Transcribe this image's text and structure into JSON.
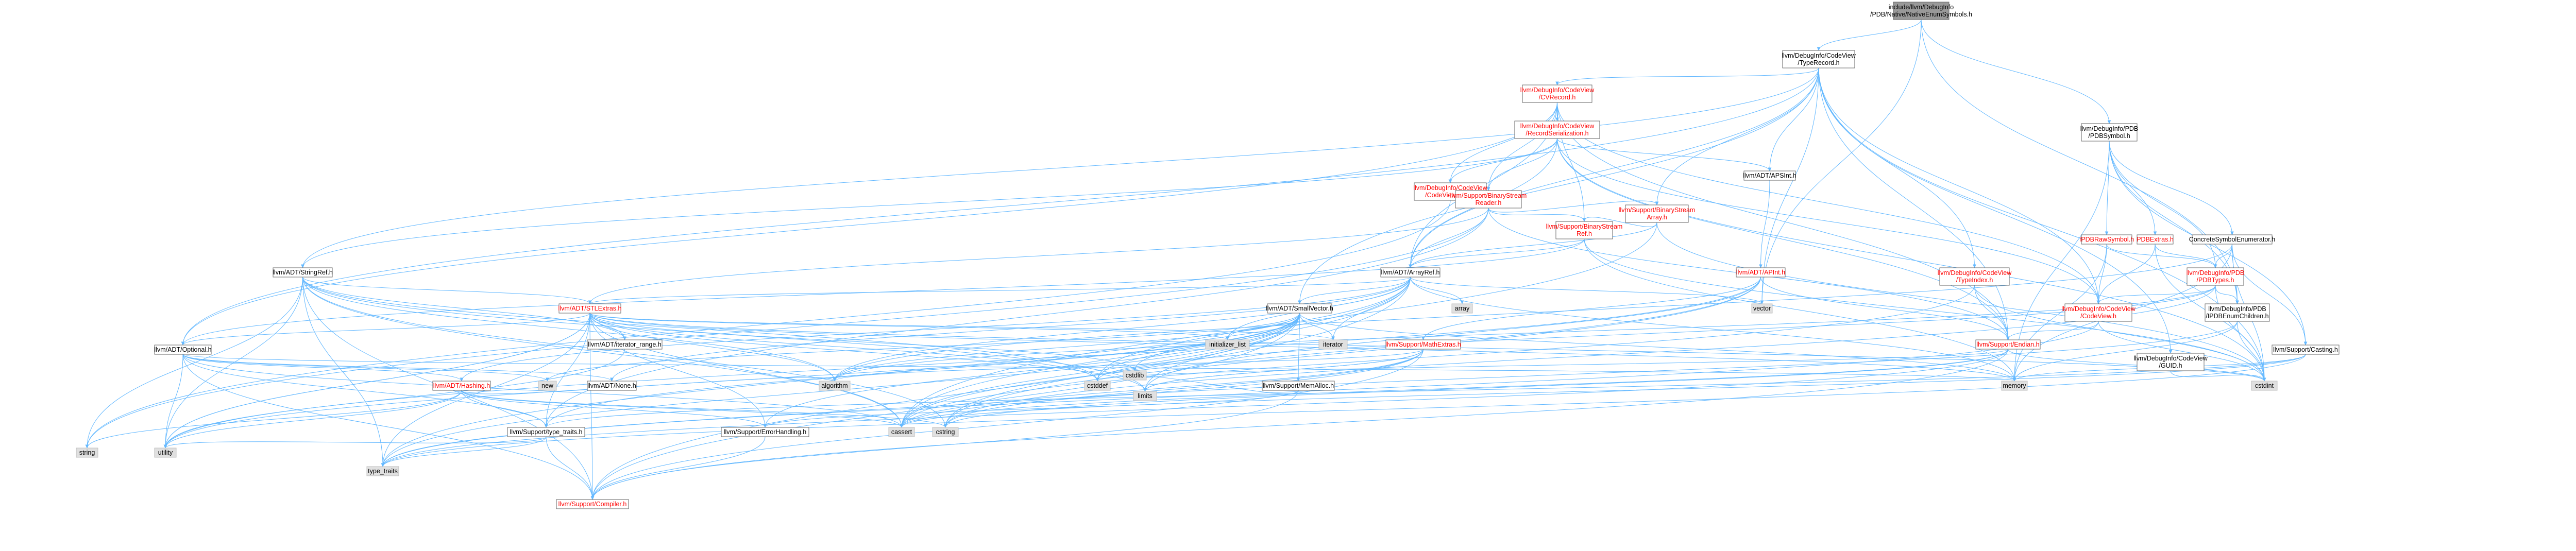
{
  "colors": {
    "edge": "#63b8ff",
    "node_border": "#666666",
    "node_fill": "#ffffff",
    "root_fill": "#999999",
    "system_fill": "#e0e0e0",
    "incomplete_text": "#ff0000"
  },
  "nodes": [
    {
      "id": "root",
      "lines": [
        "include/llvm/DebugInfo",
        "/PDB/Native/NativeEnumSymbols.h"
      ],
      "kind": "root"
    },
    {
      "id": "typerecord",
      "lines": [
        "llvm/DebugInfo/CodeView",
        "/TypeRecord.h"
      ],
      "kind": "normal"
    },
    {
      "id": "pdbsymbol",
      "lines": [
        "llvm/DebugInfo/PDB",
        "/PDBSymbol.h"
      ],
      "kind": "normal"
    },
    {
      "id": "cvrecord",
      "lines": [
        "llvm/DebugInfo/CodeView",
        "/CVRecord.h"
      ],
      "kind": "red"
    },
    {
      "id": "recordser",
      "lines": [
        "llvm/DebugInfo/CodeView",
        "/RecordSerialization.h"
      ],
      "kind": "red"
    },
    {
      "id": "cverror",
      "lines": [
        "llvm/DebugInfo/CodeView",
        "/CodeViewError.h"
      ],
      "kind": "red"
    },
    {
      "id": "bsreader",
      "lines": [
        "llvm/Support/BinaryStream",
        "Reader.h"
      ],
      "kind": "red"
    },
    {
      "id": "apsint",
      "lines": [
        "llvm/ADT/APSInt.h"
      ],
      "kind": "normal"
    },
    {
      "id": "bsarray",
      "lines": [
        "llvm/Support/BinaryStream",
        "Array.h"
      ],
      "kind": "red"
    },
    {
      "id": "bsref",
      "lines": [
        "llvm/Support/BinaryStream",
        "Ref.h"
      ],
      "kind": "red"
    },
    {
      "id": "stringref",
      "lines": [
        "llvm/ADT/StringRef.h"
      ],
      "kind": "normal"
    },
    {
      "id": "arrayref",
      "lines": [
        "llvm/ADT/ArrayRef.h"
      ],
      "kind": "normal"
    },
    {
      "id": "apint",
      "lines": [
        "llvm/ADT/APInt.h"
      ],
      "kind": "red"
    },
    {
      "id": "typeindex",
      "lines": [
        "llvm/DebugInfo/CodeView",
        "/TypeIndex.h"
      ],
      "kind": "red"
    },
    {
      "id": "codeview",
      "lines": [
        "llvm/DebugInfo/CodeView",
        "/CodeView.h"
      ],
      "kind": "red"
    },
    {
      "id": "guid",
      "lines": [
        "llvm/DebugInfo/CodeView",
        "/GUID.h"
      ],
      "kind": "normal"
    },
    {
      "id": "ipdbraw",
      "lines": [
        "IPDBRawSymbol.h"
      ],
      "kind": "red"
    },
    {
      "id": "pdbextras",
      "lines": [
        "PDBExtras.h"
      ],
      "kind": "red"
    },
    {
      "id": "concrete",
      "lines": [
        "ConcreteSymbolEnumerator.h"
      ],
      "kind": "normal"
    },
    {
      "id": "pdbtypes",
      "lines": [
        "llvm/DebugInfo/PDB",
        "/PDBTypes.h"
      ],
      "kind": "red"
    },
    {
      "id": "ipdbenum",
      "lines": [
        "llvm/DebugInfo/PDB",
        "/IPDBEnumChildren.h"
      ],
      "kind": "normal"
    },
    {
      "id": "casting",
      "lines": [
        "llvm/Support/Casting.h"
      ],
      "kind": "normal"
    },
    {
      "id": "stlextras",
      "lines": [
        "llvm/ADT/STLExtras.h"
      ],
      "kind": "red"
    },
    {
      "id": "smallvector",
      "lines": [
        "llvm/ADT/SmallVector.h"
      ],
      "kind": "normal"
    },
    {
      "id": "array",
      "lines": [
        "array"
      ],
      "kind": "system"
    },
    {
      "id": "vector",
      "lines": [
        "vector"
      ],
      "kind": "system"
    },
    {
      "id": "mathextras",
      "lines": [
        "llvm/Support/MathExtras.h"
      ],
      "kind": "red"
    },
    {
      "id": "endian",
      "lines": [
        "llvm/Support/Endian.h"
      ],
      "kind": "red"
    },
    {
      "id": "optional",
      "lines": [
        "llvm/ADT/Optional.h"
      ],
      "kind": "normal"
    },
    {
      "id": "iterrange",
      "lines": [
        "llvm/ADT/iterator_range.h"
      ],
      "kind": "normal"
    },
    {
      "id": "initlist",
      "lines": [
        "initializer_list"
      ],
      "kind": "system"
    },
    {
      "id": "iterator",
      "lines": [
        "iterator"
      ],
      "kind": "system"
    },
    {
      "id": "memalloc",
      "lines": [
        "llvm/Support/MemAlloc.h"
      ],
      "kind": "normal"
    },
    {
      "id": "memory",
      "lines": [
        "memory"
      ],
      "kind": "system"
    },
    {
      "id": "cstdint",
      "lines": [
        "cstdint"
      ],
      "kind": "system"
    },
    {
      "id": "hashing",
      "lines": [
        "llvm/ADT/Hashing.h"
      ],
      "kind": "red"
    },
    {
      "id": "none",
      "lines": [
        "llvm/ADT/None.h"
      ],
      "kind": "normal"
    },
    {
      "id": "new",
      "lines": [
        "new"
      ],
      "kind": "system"
    },
    {
      "id": "limits",
      "lines": [
        "limits"
      ],
      "kind": "system"
    },
    {
      "id": "cstdlib",
      "lines": [
        "cstdlib"
      ],
      "kind": "system"
    },
    {
      "id": "cstddef",
      "lines": [
        "cstddef"
      ],
      "kind": "system"
    },
    {
      "id": "algorithm",
      "lines": [
        "algorithm"
      ],
      "kind": "system"
    },
    {
      "id": "typetraitsh",
      "lines": [
        "llvm/Support/type_traits.h"
      ],
      "kind": "normal"
    },
    {
      "id": "errorhandling",
      "lines": [
        "llvm/Support/ErrorHandling.h"
      ],
      "kind": "normal"
    },
    {
      "id": "cassert",
      "lines": [
        "cassert"
      ],
      "kind": "system"
    },
    {
      "id": "cstring",
      "lines": [
        "cstring"
      ],
      "kind": "system"
    },
    {
      "id": "string",
      "lines": [
        "string"
      ],
      "kind": "system"
    },
    {
      "id": "utility",
      "lines": [
        "utility"
      ],
      "kind": "system"
    },
    {
      "id": "typetraits",
      "lines": [
        "type_traits"
      ],
      "kind": "system"
    },
    {
      "id": "compiler",
      "lines": [
        "llvm/Support/Compiler.h"
      ],
      "kind": "red"
    }
  ],
  "edges": [
    [
      "root",
      "typerecord"
    ],
    [
      "root",
      "pdbsymbol"
    ],
    [
      "root",
      "vector"
    ],
    [
      "root",
      "ipdbenum"
    ],
    [
      "typerecord",
      "cvrecord"
    ],
    [
      "typerecord",
      "apsint"
    ],
    [
      "typerecord",
      "bsarray"
    ],
    [
      "typerecord",
      "arrayref"
    ],
    [
      "typerecord",
      "stringref"
    ],
    [
      "typerecord",
      "codeview"
    ],
    [
      "typerecord",
      "guid"
    ],
    [
      "typerecord",
      "typeindex"
    ],
    [
      "typerecord",
      "endian"
    ],
    [
      "typerecord",
      "vector"
    ],
    [
      "typerecord",
      "optional"
    ],
    [
      "typerecord",
      "smallvector"
    ],
    [
      "typerecord",
      "cstdint"
    ],
    [
      "pdbsymbol",
      "ipdbraw"
    ],
    [
      "pdbsymbol",
      "pdbextras"
    ],
    [
      "pdbsymbol",
      "concrete"
    ],
    [
      "pdbsymbol",
      "pdbtypes"
    ],
    [
      "pdbsymbol",
      "casting"
    ],
    [
      "pdbsymbol",
      "memory"
    ],
    [
      "pdbsymbol",
      "ipdbenum"
    ],
    [
      "cvrecord",
      "recordser"
    ],
    [
      "cvrecord",
      "cverror"
    ],
    [
      "cvrecord",
      "bsreader"
    ],
    [
      "cvrecord",
      "bsref"
    ],
    [
      "cvrecord",
      "arrayref"
    ],
    [
      "cvrecord",
      "codeview"
    ],
    [
      "cvrecord",
      "optional"
    ],
    [
      "cvrecord",
      "endian"
    ],
    [
      "recordser",
      "cverror"
    ],
    [
      "recordser",
      "bsreader"
    ],
    [
      "recordser",
      "apsint"
    ],
    [
      "recordser",
      "stringref"
    ],
    [
      "recordser",
      "codeview"
    ],
    [
      "recordser",
      "arrayref"
    ],
    [
      "recordser",
      "endian"
    ],
    [
      "recordser",
      "cinttypes"
    ],
    [
      "cverror",
      "string"
    ],
    [
      "bsreader",
      "bsarray"
    ],
    [
      "bsreader",
      "bsref"
    ],
    [
      "bsreader",
      "arrayref"
    ],
    [
      "bsreader",
      "stlextras"
    ],
    [
      "bsreader",
      "endian"
    ],
    [
      "bsreader",
      "type_traits_h"
    ],
    [
      "bsreader",
      "string"
    ],
    [
      "apsint",
      "apint"
    ],
    [
      "bsarray",
      "bsref"
    ],
    [
      "bsarray",
      "arrayref"
    ],
    [
      "bsarray",
      "cassert"
    ],
    [
      "bsarray",
      "cstdint"
    ],
    [
      "bsref",
      "arrayref"
    ],
    [
      "bsref",
      "optional"
    ],
    [
      "bsref",
      "cstdint"
    ],
    [
      "bsref",
      "memory"
    ],
    [
      "stringref",
      "stlextras"
    ],
    [
      "stringref",
      "iterrange"
    ],
    [
      "stringref",
      "compiler"
    ],
    [
      "stringref",
      "algorithm"
    ],
    [
      "stringref",
      "cassert"
    ],
    [
      "stringref",
      "cstddef"
    ],
    [
      "stringref",
      "cstring"
    ],
    [
      "stringref",
      "limits"
    ],
    [
      "stringref",
      "string"
    ],
    [
      "stringref",
      "typetraits"
    ],
    [
      "stringref",
      "utility"
    ],
    [
      "arrayref",
      "hashing"
    ],
    [
      "arrayref",
      "none"
    ],
    [
      "arrayref",
      "smallvector"
    ],
    [
      "arrayref",
      "stlextras"
    ],
    [
      "arrayref",
      "compiler"
    ],
    [
      "arrayref",
      "algorithm"
    ],
    [
      "arrayref",
      "array"
    ],
    [
      "arrayref",
      "cassert"
    ],
    [
      "arrayref",
      "cstddef"
    ],
    [
      "arrayref",
      "initlist"
    ],
    [
      "arrayref",
      "iterator"
    ],
    [
      "arrayref",
      "memory"
    ],
    [
      "arrayref",
      "typetraits"
    ],
    [
      "arrayref",
      "vector"
    ],
    [
      "apint",
      "mathextras"
    ],
    [
      "apint",
      "endian"
    ],
    [
      "apint",
      "cassert"
    ],
    [
      "apint",
      "climits"
    ],
    [
      "apint",
      "cstring"
    ],
    [
      "apint",
      "utility"
    ],
    [
      "typeindex",
      "endian"
    ],
    [
      "typeindex",
      "cassert"
    ],
    [
      "typeindex",
      "cinttypes"
    ],
    [
      "codeview",
      "endian"
    ],
    [
      "codeview",
      "cinttypes"
    ],
    [
      "codeview",
      "type_traits"
    ],
    [
      "guid",
      "cstdint"
    ],
    [
      "ipdbraw",
      "pdbtypes"
    ],
    [
      "ipdbraw",
      "codeview"
    ],
    [
      "ipdbraw",
      "memory"
    ],
    [
      "pdbextras",
      "pdbtypes"
    ],
    [
      "pdbextras",
      "codeview"
    ],
    [
      "pdbextras",
      "cstdint"
    ],
    [
      "concrete",
      "ipdbenum"
    ],
    [
      "concrete",
      "pdbtypes"
    ],
    [
      "concrete",
      "casting"
    ],
    [
      "concrete",
      "algorithm"
    ],
    [
      "concrete",
      "cstdint"
    ],
    [
      "concrete",
      "memory"
    ],
    [
      "pdbtypes",
      "codeview"
    ],
    [
      "pdbtypes",
      "ipdbenum"
    ],
    [
      "pdbtypes",
      "cstddef"
    ],
    [
      "pdbtypes",
      "cstdint"
    ],
    [
      "pdbtypes",
      "cstring"
    ],
    [
      "pdbtypes",
      "functional"
    ],
    [
      "ipdbenum",
      "cassert"
    ],
    [
      "ipdbenum",
      "cstdint"
    ],
    [
      "ipdbenum",
      "memory"
    ],
    [
      "casting",
      "typetraitsh"
    ],
    [
      "casting",
      "cassert"
    ],
    [
      "casting",
      "memory"
    ],
    [
      "casting",
      "typetraits"
    ],
    [
      "stlextras",
      "optional"
    ],
    [
      "stlextras",
      "iterrange"
    ],
    [
      "stlextras",
      "compiler"
    ],
    [
      "stlextras",
      "errorhandling"
    ],
    [
      "stlextras",
      "algorithm"
    ],
    [
      "stlextras",
      "cassert"
    ],
    [
      "stlextras",
      "cstddef"
    ],
    [
      "stlextras",
      "cstdint"
    ],
    [
      "stlextras",
      "cstdlib"
    ],
    [
      "stlextras",
      "initlist"
    ],
    [
      "stlextras",
      "iterator"
    ],
    [
      "stlextras",
      "limits"
    ],
    [
      "stlextras",
      "memory"
    ],
    [
      "stlextras",
      "tuple"
    ],
    [
      "stlextras",
      "typetraits"
    ],
    [
      "stlextras",
      "utility"
    ],
    [
      "stlextras",
      "typetraitsh"
    ],
    [
      "smallvector",
      "memalloc"
    ],
    [
      "smallvector",
      "compiler"
    ],
    [
      "smallvector",
      "typetraitsh"
    ],
    [
      "smallvector",
      "errorhandling"
    ],
    [
      "smallvector",
      "algorithm"
    ],
    [
      "smallvector",
      "cassert"
    ],
    [
      "smallvector",
      "cstddef"
    ],
    [
      "smallvector",
      "cstdlib"
    ],
    [
      "smallvector",
      "cstring"
    ],
    [
      "smallvector",
      "initlist"
    ],
    [
      "smallvector",
      "iterator"
    ],
    [
      "smallvector",
      "limits"
    ],
    [
      "smallvector",
      "memory"
    ],
    [
      "smallvector",
      "new"
    ],
    [
      "smallvector",
      "typetraits"
    ],
    [
      "smallvector",
      "utility"
    ],
    [
      "mathextras",
      "compiler"
    ],
    [
      "mathextras",
      "cassert"
    ],
    [
      "mathextras",
      "climits"
    ],
    [
      "mathextras",
      "cstring"
    ],
    [
      "mathextras",
      "limits"
    ],
    [
      "mathextras",
      "typetraits"
    ],
    [
      "mathextras",
      "algorithm"
    ],
    [
      "endian",
      "compiler"
    ],
    [
      "endian",
      "cassert"
    ],
    [
      "endian",
      "cstddef"
    ],
    [
      "endian",
      "cstdint"
    ],
    [
      "endian",
      "cstring"
    ],
    [
      "endian",
      "typetraits"
    ],
    [
      "optional",
      "none"
    ],
    [
      "optional",
      "hashing"
    ],
    [
      "optional",
      "compiler"
    ],
    [
      "optional",
      "typetraitsh"
    ],
    [
      "optional",
      "cassert"
    ],
    [
      "optional",
      "memory"
    ],
    [
      "optional",
      "new"
    ],
    [
      "optional",
      "utility"
    ],
    [
      "iterrange",
      "utility"
    ],
    [
      "memalloc",
      "compiler"
    ],
    [
      "memalloc",
      "errorhandling"
    ],
    [
      "memalloc",
      "cstdlib"
    ],
    [
      "hashing",
      "errorhandling"
    ],
    [
      "hashing",
      "typetraitsh"
    ],
    [
      "hashing",
      "algorithm"
    ],
    [
      "hashing",
      "cassert"
    ],
    [
      "hashing",
      "cstring"
    ],
    [
      "hashing",
      "string"
    ],
    [
      "hashing",
      "utility"
    ],
    [
      "typetraitsh",
      "compiler"
    ],
    [
      "typetraitsh",
      "typetraits"
    ],
    [
      "typetraitsh",
      "utility"
    ],
    [
      "errorhandling",
      "compiler"
    ]
  ]
}
